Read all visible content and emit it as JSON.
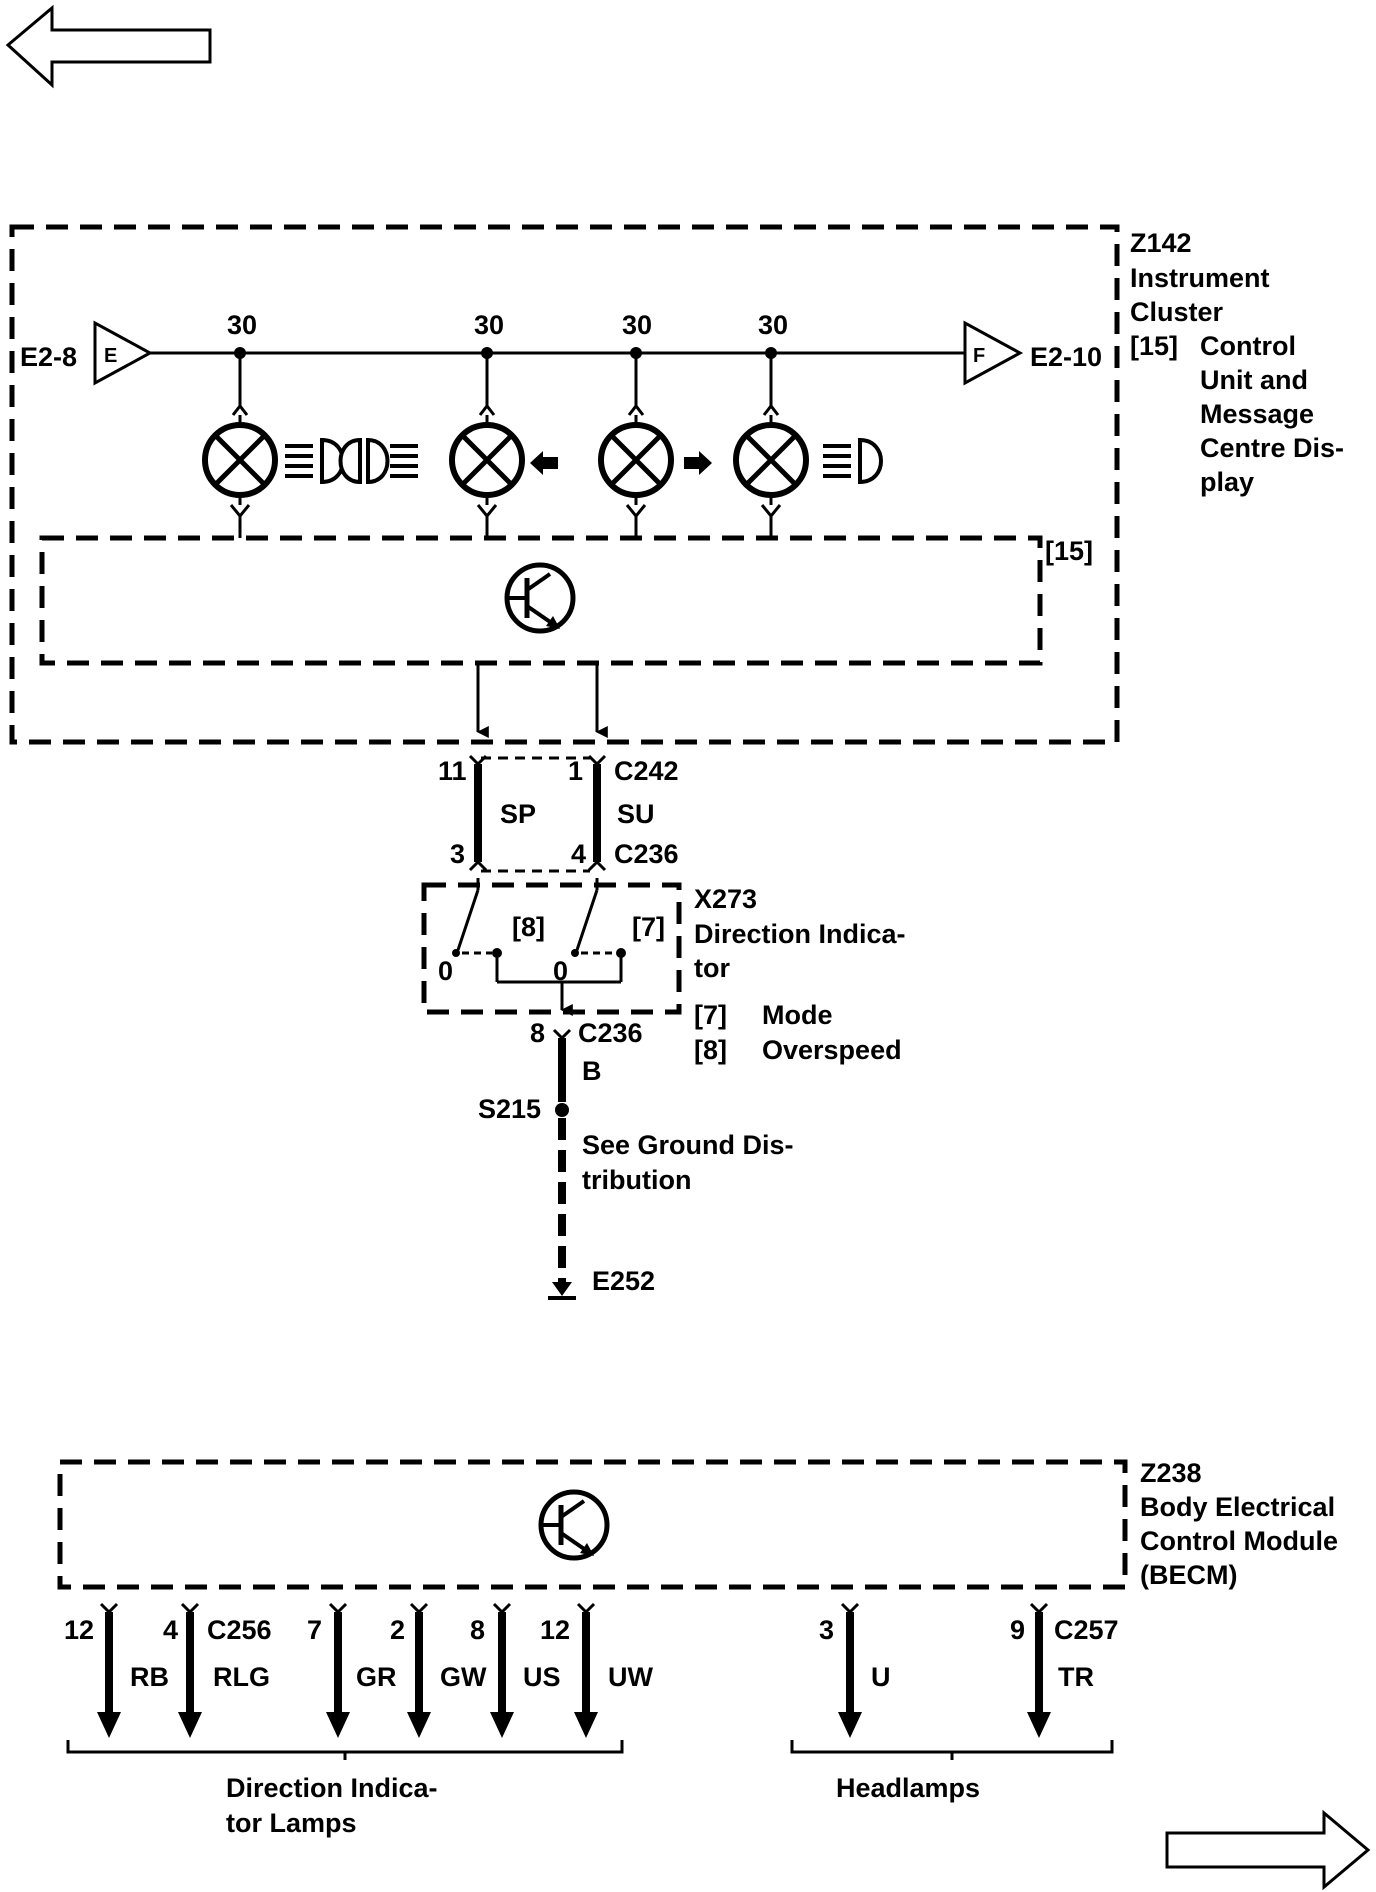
{
  "navigation": {
    "back_arrow": "back-arrow-icon",
    "next_arrow": "next-arrow-icon"
  },
  "cluster": {
    "id": "Z142",
    "name_line1": "Instrument",
    "name_line2": "Cluster",
    "sub_ref": "[15]",
    "sub_line1": "Control",
    "sub_line2": "Unit and",
    "sub_line3": "Message",
    "sub_line4": "Centre Dis-",
    "sub_line5": "play",
    "left_connector": "E2-8",
    "left_flag": "E",
    "right_connector": "E2-10",
    "right_flag": "F",
    "bus_labels": [
      "30",
      "30",
      "30",
      "30"
    ],
    "lamp_icons": [
      "high-beam-icon",
      "left-turn-icon",
      "right-turn-icon",
      "main-beam-icon"
    ],
    "control_unit_ref": "[15]",
    "control_unit_icon": "transistor-icon"
  },
  "connector_c242": {
    "name": "C242",
    "pin_left": "11",
    "pin_right": "1"
  },
  "wires_upper": {
    "left": "SP",
    "right": "SU"
  },
  "connector_c236": {
    "name": "C236",
    "pin_left": "3",
    "pin_right": "4"
  },
  "switch": {
    "id": "X273",
    "name_line1": "Direction Indica-",
    "name_line2": "tor",
    "ref_left": "[8]",
    "ref_right": "[7]",
    "pos_left": "0",
    "pos_center": "0",
    "legend": [
      {
        "ref": "[7]",
        "label": "Mode"
      },
      {
        "ref": "[8]",
        "label": "Overspeed"
      }
    ]
  },
  "ground": {
    "pin": "8",
    "connector": "C236",
    "wire_color": "B",
    "splice": "S215",
    "note_line1": "See Ground Dis-",
    "note_line2": "tribution",
    "point": "E252"
  },
  "becm": {
    "id": "Z238",
    "name_line1": "Body Electrical",
    "name_line2": "Control Module",
    "name_line3": "(BECM)",
    "icon": "transistor-icon",
    "connector_left": "C256",
    "connector_right": "C257",
    "outputs": [
      {
        "pin": "12",
        "wire": "RB"
      },
      {
        "pin": "4",
        "wire": "RLG"
      },
      {
        "pin": "7",
        "wire": "GR"
      },
      {
        "pin": "2",
        "wire": "GW"
      },
      {
        "pin": "8",
        "wire": "US"
      },
      {
        "pin": "12",
        "wire": "UW"
      },
      {
        "pin": "3",
        "wire": "U"
      },
      {
        "pin": "9",
        "wire": "TR"
      }
    ],
    "group_left_line1": "Direction Indica-",
    "group_left_line2": "tor Lamps",
    "group_right": "Headlamps"
  }
}
